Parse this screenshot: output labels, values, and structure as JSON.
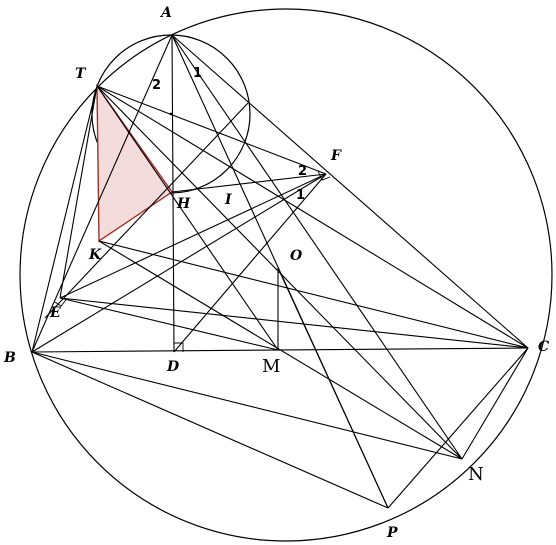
{
  "figure": {
    "point_labels": {
      "A": "A",
      "T": "T",
      "F": "F",
      "H": "H",
      "I": "I",
      "K": "K",
      "O": "O",
      "E": "E",
      "B": "B",
      "D": "D",
      "M": "M",
      "C": "C",
      "N": "N",
      "P": "P"
    },
    "angle_marks": {
      "a1": "1",
      "a2": "2",
      "f1": "1",
      "f2": "2"
    },
    "colors": {
      "stroke": "#000000",
      "triangle_fill": "#f5dcdc",
      "triangle_stroke": "#a0302a"
    }
  }
}
